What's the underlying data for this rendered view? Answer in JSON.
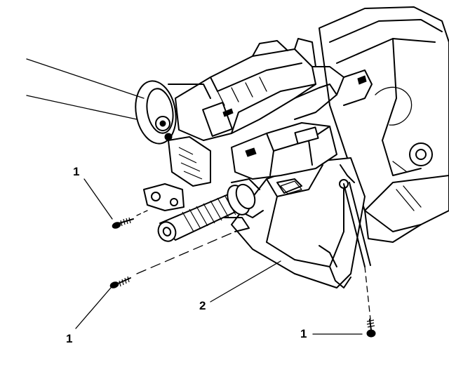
{
  "diagram": {
    "callouts": [
      {
        "id": "fastener-1a",
        "label": "1"
      },
      {
        "id": "fastener-1b",
        "label": "1"
      },
      {
        "id": "fastener-1c",
        "label": "1"
      },
      {
        "id": "bracket-2",
        "label": "2"
      }
    ],
    "colors": {
      "line": "#000000",
      "background": "#ffffff"
    }
  }
}
